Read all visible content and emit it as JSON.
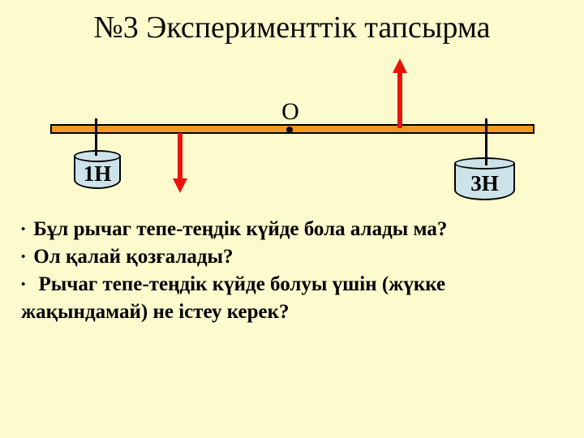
{
  "slide": {
    "title": "№3 Эксперименттік тапсырма",
    "background_color": "#FDFBCD"
  },
  "diagram": {
    "pivot_label": "О",
    "left_weight_label": "1Н",
    "right_weight_label": "3Н",
    "lever_color": "#F2991F",
    "arrow_color": "#E81408",
    "weight_fill_color": "#CDE3EA",
    "outline_color": "#000000"
  },
  "questions": {
    "bullet_char": "•",
    "lines": [
      "Бұл рычаг тепе-теңдік күйде бола алады ма?",
      "Ол қалай қозғалады?",
      " Рычаг тепе-теңдік күйде болуы үшін (жүкке",
      "жақындамай) не істеу керек?"
    ]
  }
}
